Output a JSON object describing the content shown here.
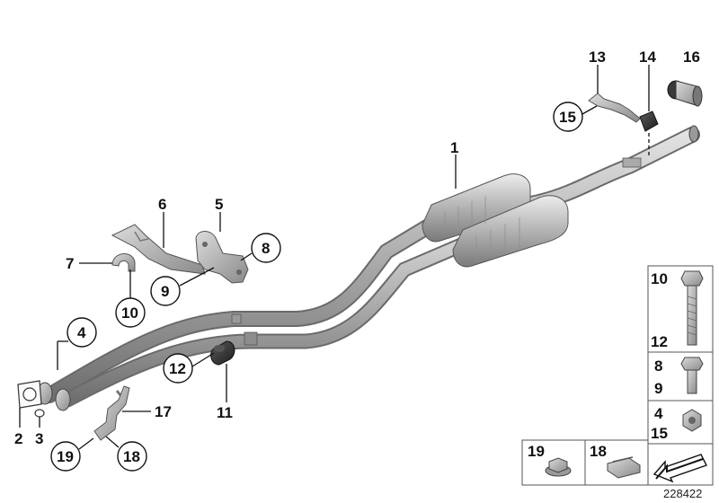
{
  "diagram": {
    "reference_number": "228422",
    "labels": {
      "1": "1",
      "2": "2",
      "3": "3",
      "4": "4",
      "5": "5",
      "6": "6",
      "7": "7",
      "8": "8",
      "9": "9",
      "10": "10",
      "11": "11",
      "12": "12",
      "13": "13",
      "14": "14",
      "15": "15",
      "16": "16",
      "17": "17",
      "18": "18",
      "19": "19"
    },
    "legend": {
      "bolt_long": {
        "top": "10",
        "bottom": "12"
      },
      "bolt_short": {
        "top": "8",
        "bottom": "9"
      },
      "nut": {
        "top": "4",
        "bottom": "15"
      },
      "flange_nut": "19",
      "clip": "18"
    }
  }
}
